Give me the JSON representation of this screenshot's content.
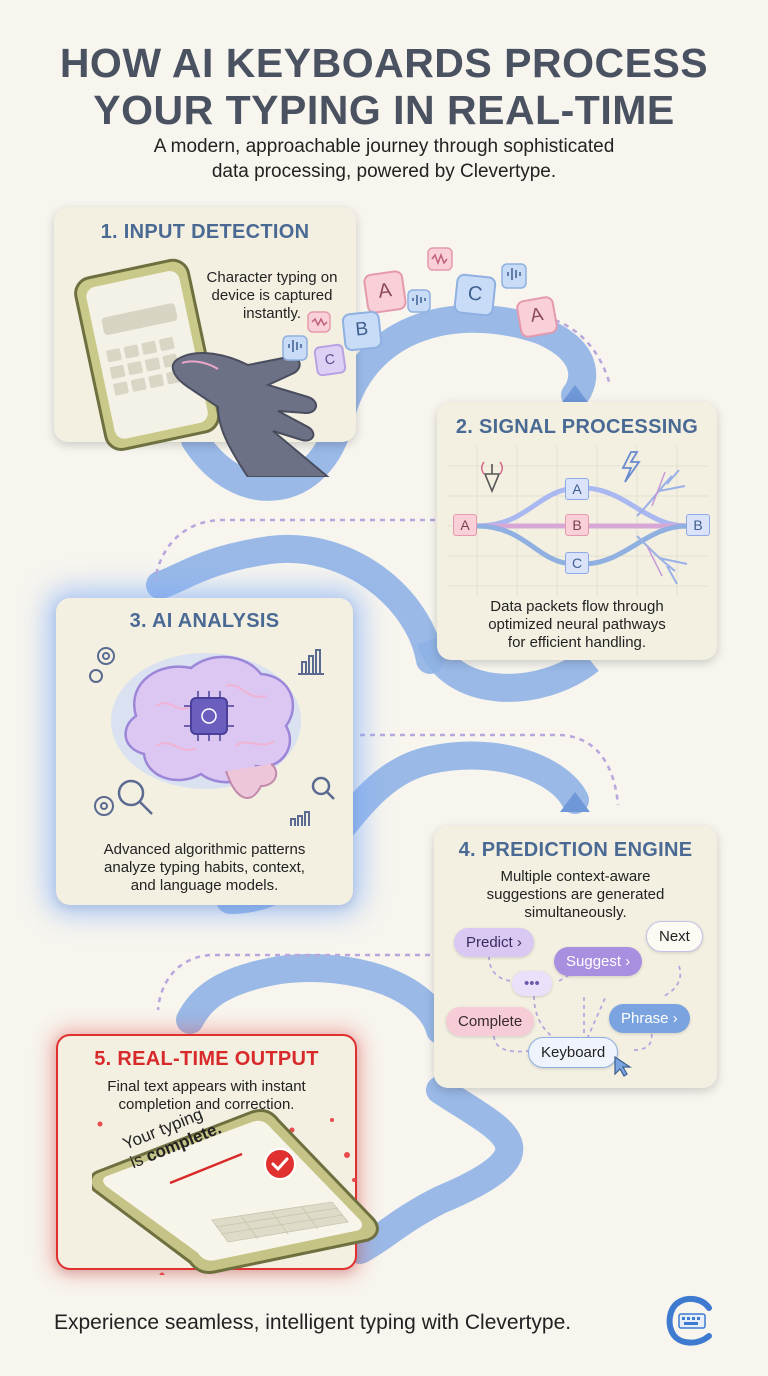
{
  "title_line1": "HOW AI KEYBOARDS PROCESS",
  "title_line2": "YOUR TYPING IN REAL-TIME",
  "subtitle_line1": "A modern, approachable journey through sophisticated",
  "subtitle_line2": "data processing, powered by Clevertype.",
  "steps": [
    {
      "title": "1. INPUT DETECTION",
      "text": [
        "Character typing on",
        "device is captured",
        "instantly."
      ]
    },
    {
      "title": "2. SIGNAL PROCESSING",
      "text": [
        "Data packets flow through",
        "optimized neural pathways",
        "for efficient handling."
      ]
    },
    {
      "title": "3. AI ANALYSIS",
      "text": [
        "Advanced algorithmic patterns",
        "analyze typing habits, context,",
        "and language models."
      ]
    },
    {
      "title": "4. PREDICTION ENGINE",
      "text": [
        "Multiple context-aware",
        "suggestions are generated",
        "simultaneously."
      ]
    },
    {
      "title": "5. REAL-TIME OUTPUT",
      "text": [
        "Final text appears with instant",
        "completion and correction."
      ]
    }
  ],
  "letter_blocks": [
    "A",
    "C",
    "A",
    "B",
    "C"
  ],
  "signal_nodes": {
    "in": "A",
    "top": "A",
    "mid": "B",
    "bottom": "C",
    "out": "B"
  },
  "suggestions": {
    "predict": "Predict ›",
    "suggest": "Suggest ›",
    "next": "Next",
    "dots": "•••",
    "complete": "Complete",
    "phrase": "Phrase ›",
    "keyboard": "Keyboard"
  },
  "phone_text_line1": "Your typing",
  "phone_text_line2a": "is ",
  "phone_text_line2b": "complete.",
  "footer": "Experience seamless, intelligent typing with Clevertype.",
  "icons": [
    "finger-hand-icon",
    "antenna-icon",
    "lightning-icon",
    "brain-chip-icon",
    "gear-icon",
    "bar-chart-icon",
    "magnifier-icon",
    "checkmark-badge-icon",
    "clevertype-logo-icon",
    "cursor-icon"
  ],
  "colors": {
    "path_blue": "#7ea6e0",
    "title_blue": "#4a6a94",
    "output_red": "#e03030",
    "card_bg": "#f3f0e2",
    "chip_purple": "#d9c8f2",
    "chip_pink": "#f6cdd6",
    "chip_blue": "#7aa3e0"
  }
}
